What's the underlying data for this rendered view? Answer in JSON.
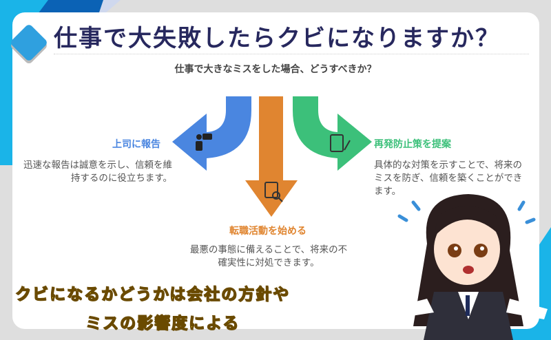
{
  "title": "仕事で大失敗したらクビになりますか？",
  "question": "仕事で大きなミスをした場合、どうすべきか？",
  "options": [
    {
      "label": "上司に報告",
      "desc": "迅速な報告は誠意を示し、信頼を維持するのに役立ちます。",
      "color": "#4a86e0",
      "icon": "person-speech-icon"
    },
    {
      "label": "転職活動を始める",
      "desc": "最悪の事態に備えることで、将来の不確実性に対処できます。",
      "color": "#e08530",
      "icon": "resume-search-icon"
    },
    {
      "label": "再発防止策を提案",
      "desc": "具体的な対策を示すことで、将来のミスを防ぎ、信頼を築くことができます。",
      "color": "#3cc07a",
      "icon": "clipboard-check-icon"
    }
  ],
  "caption_line1": "クビになるかどうかは会社の方針や",
  "caption_line2": "ミスの影響度による"
}
